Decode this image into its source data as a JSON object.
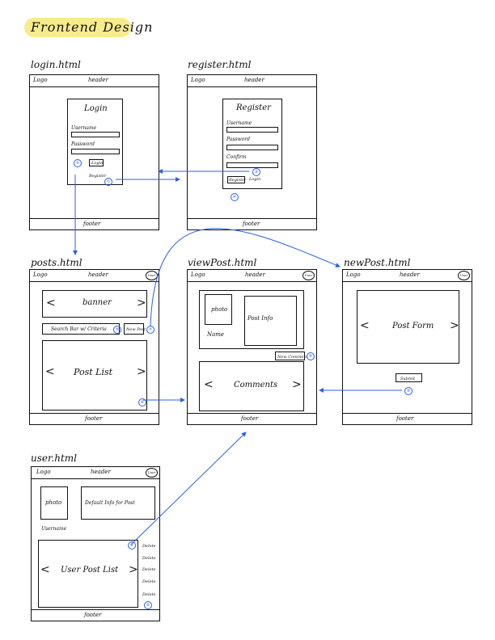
{
  "title": "Frontend Design",
  "common": {
    "logo": "Logo",
    "header": "header",
    "footer": "footer",
    "user_icon": "User",
    "lt": "<",
    "gt": ">"
  },
  "login": {
    "caption": "login.html",
    "heading": "Login",
    "username": "Username",
    "password": "Password",
    "button": "Login",
    "register_link": "Register",
    "markers": [
      "①",
      "②"
    ]
  },
  "register": {
    "caption": "register.html",
    "heading": "Register",
    "username": "Username",
    "password": "Password",
    "confirm": "Confirm",
    "button": "Register",
    "login_link": "Login",
    "markers": [
      "③",
      "④"
    ]
  },
  "posts": {
    "caption": "posts.html",
    "banner": "banner",
    "search": "Search Bar w/ Criteria",
    "new_post": "New Post",
    "post_list": "Post List",
    "markers": [
      "⑤",
      "⑥",
      "⑦"
    ]
  },
  "viewpost": {
    "caption": "viewPost.html",
    "photo": "photo",
    "name": "Name",
    "post_info": "Post Info",
    "new_comment": "New Comment",
    "comments": "Comments",
    "markers": [
      "⑧"
    ]
  },
  "newpost": {
    "caption": "newPost.html",
    "logo": "Logo",
    "post_form": "Post Form",
    "submit": "Submit",
    "markers": [
      "⑨"
    ]
  },
  "user": {
    "caption": "user.html",
    "photo": "photo",
    "default_info": "Default Info for Post",
    "username": "Username",
    "user_post_list": "User Post List",
    "delete": [
      "Delete",
      "Delete",
      "Delete",
      "Delete",
      "Delete"
    ],
    "markers": [
      "⑥",
      "⑩"
    ]
  },
  "colors": {
    "arrow": "#2e5ee8",
    "highlight": "#f7ec8c"
  }
}
